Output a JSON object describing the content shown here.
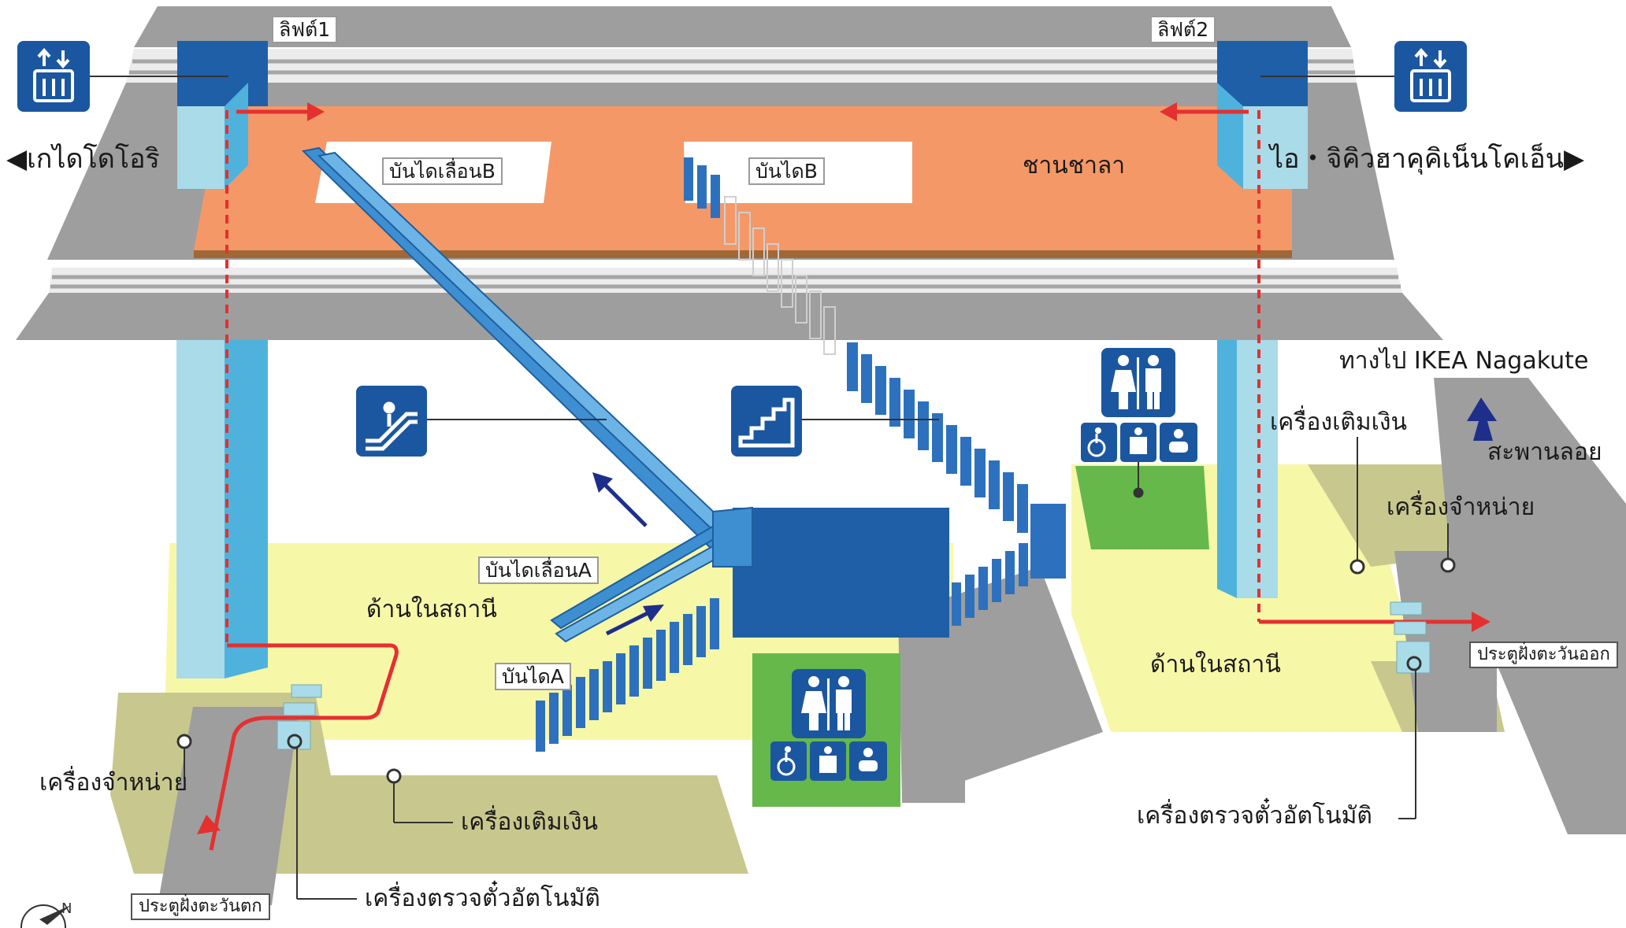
{
  "labels": {
    "elevator_1": "ลิฟต์1",
    "elevator_2": "ลิฟต์2",
    "dir_left": "◀เกไดโดโอริ",
    "dir_right": "ไอ・จิคิวฮาคุคิเน็นโคเอ็น▶",
    "platform": "ชานชาลา",
    "escalator_b": "บันไดเลื่อนB",
    "stairs_b": "บันไดB",
    "escalator_a": "บันไดเลื่อนA",
    "stairs_a": "บันไดA",
    "inside_station_left": "ด้านในสถานี",
    "inside_station_right": "ด้านในสถานี",
    "to_ikea": "ทางไป IKEA Nagakute",
    "recharge_right": "เครื่องเติมเงิน",
    "skybridge": "สะพานลอย",
    "ticket_machine_right": "เครื่องจำหน่าย",
    "east_gate": "ประตูฝั่งตะวันออก",
    "auto_gate_right": "เครื่องตรวจตั๋วอัตโนมัติ",
    "ticket_machine_left": "เครื่องจำหน่าย",
    "recharge_left": "เครื่องเติมเงิน",
    "auto_gate_left": "เครื่องตรวจตั๋วอัตโนมัติ",
    "west_gate": "ประตูฝั่งตะวันตก"
  },
  "icons": {
    "elevator_1": "elevator-icon",
    "elevator_2": "elevator-icon",
    "escalator": "escalator-icon",
    "stairs": "stairs-icon",
    "restroom_upper": "restroom-icon",
    "restroom_lower": "restroom-icon",
    "compass": "compass-icon"
  },
  "colors": {
    "track": "#9e9e9e",
    "platform": "#f59868",
    "concourse": "#f7f7a8",
    "outside": "#c8c88e",
    "structure": "#a9dbe9",
    "icon_blue": "#1b57a0",
    "escalator": "#3d8fd2",
    "restroom_floor": "#66b84a",
    "route": "#e53030"
  }
}
